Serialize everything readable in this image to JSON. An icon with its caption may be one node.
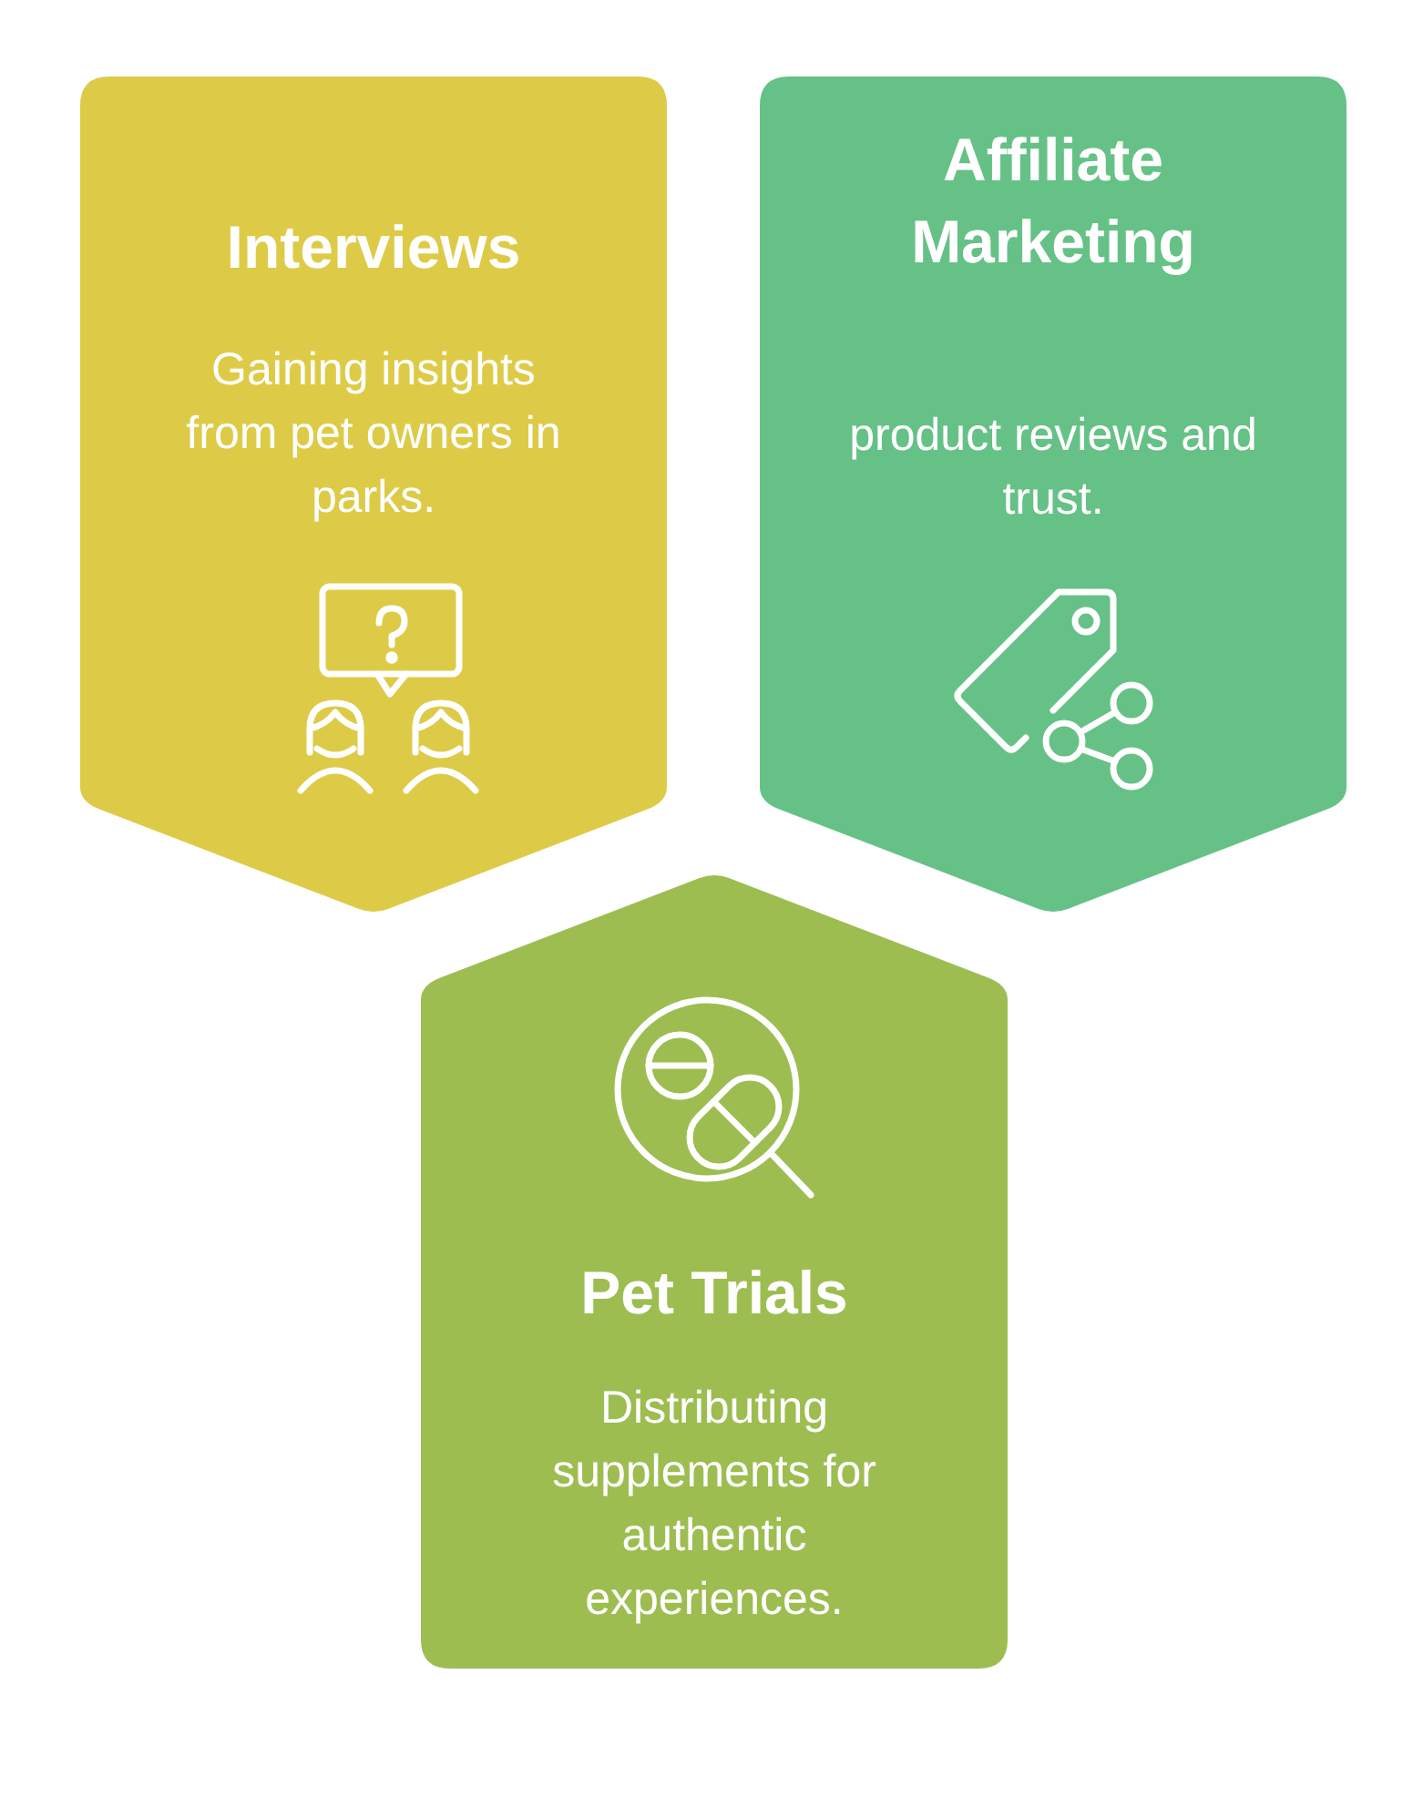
{
  "diagram": {
    "nodes": [
      {
        "text": [
          "Interviews",
          "Gaining insights from pet owners in parks."
        ]
      },
      {
        "text": [
          "Affiliate Marketing",
          "product reviews and trust."
        ]
      },
      {
        "text": [
          "Pet Trials",
          "Distributing supplements for authentic experiences."
        ]
      }
    ]
  }
}
